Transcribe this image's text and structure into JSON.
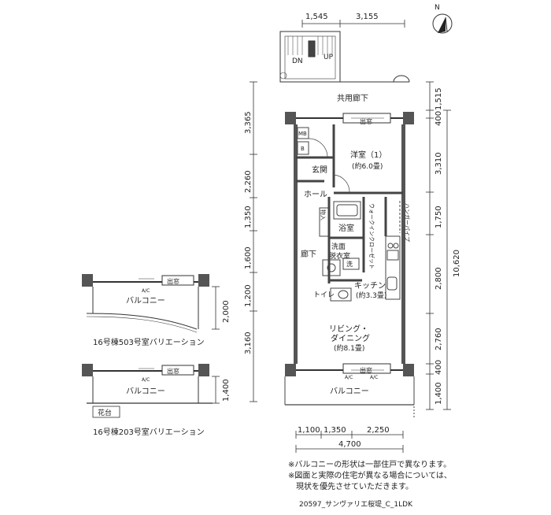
{
  "north_label": "N",
  "stairs": {
    "down": "DN",
    "up": "UP"
  },
  "top_dims": [
    "1,545",
    "3,155"
  ],
  "left_dims": [
    "3,365",
    "2,260",
    "1,350",
    "1,600",
    "1,200",
    "3,160"
  ],
  "right_dims_inner": [
    "1,515",
    "400",
    "3,310",
    "1,750",
    "2,800",
    "2,760",
    "400",
    "1,400"
  ],
  "right_dim_total": "10,620",
  "bottom_dims": [
    "1,100",
    "1,350",
    "2,250"
  ],
  "bottom_total": "4,700",
  "rooms": {
    "corridor": "共用廊下",
    "window_top": "出窓",
    "window_bottom": "出窓",
    "mb": "MB",
    "b": "B",
    "genkan": "玄関",
    "bedroom_name": "洋室（1）",
    "bedroom_size": "(約6.0畳)",
    "hall": "ホール",
    "walkin": "ウォークインクローゼット",
    "hanger": "ハンガーパイプ",
    "storage": "物入",
    "bath": "浴室",
    "wash1": "洗面",
    "wash2": "脱衣室",
    "wash_small": "洗",
    "hallway": "廊下",
    "toilet": "トイレ",
    "kitchen_name": "キッチン",
    "kitchen_size": "(約3.3畳)",
    "living1": "リビング・",
    "living2": "ダイニング",
    "living_size": "(約8.1畳)",
    "balcony": "バルコニー"
  },
  "variations": [
    {
      "window": "出窓",
      "ac": "A/C",
      "balcony": "バルコニー",
      "dim": "2,000",
      "caption": "16号棟503号室バリエーション"
    },
    {
      "window": "出窓",
      "ac": "A/C",
      "balcony": "バルコニー",
      "dim": "1,400",
      "planter": "花台",
      "caption": "16号棟203号室バリエーション"
    }
  ],
  "main_ac": [
    "A/C",
    "A/C"
  ],
  "notes": [
    "※バルコニーの形状は一部住戸で異なります。",
    "※図面と実際の住宅が異なる場合については、",
    "　現状を優先させていただきます。"
  ],
  "footer_code": "20597_サンヴァリエ桜堤_C_1LDK"
}
